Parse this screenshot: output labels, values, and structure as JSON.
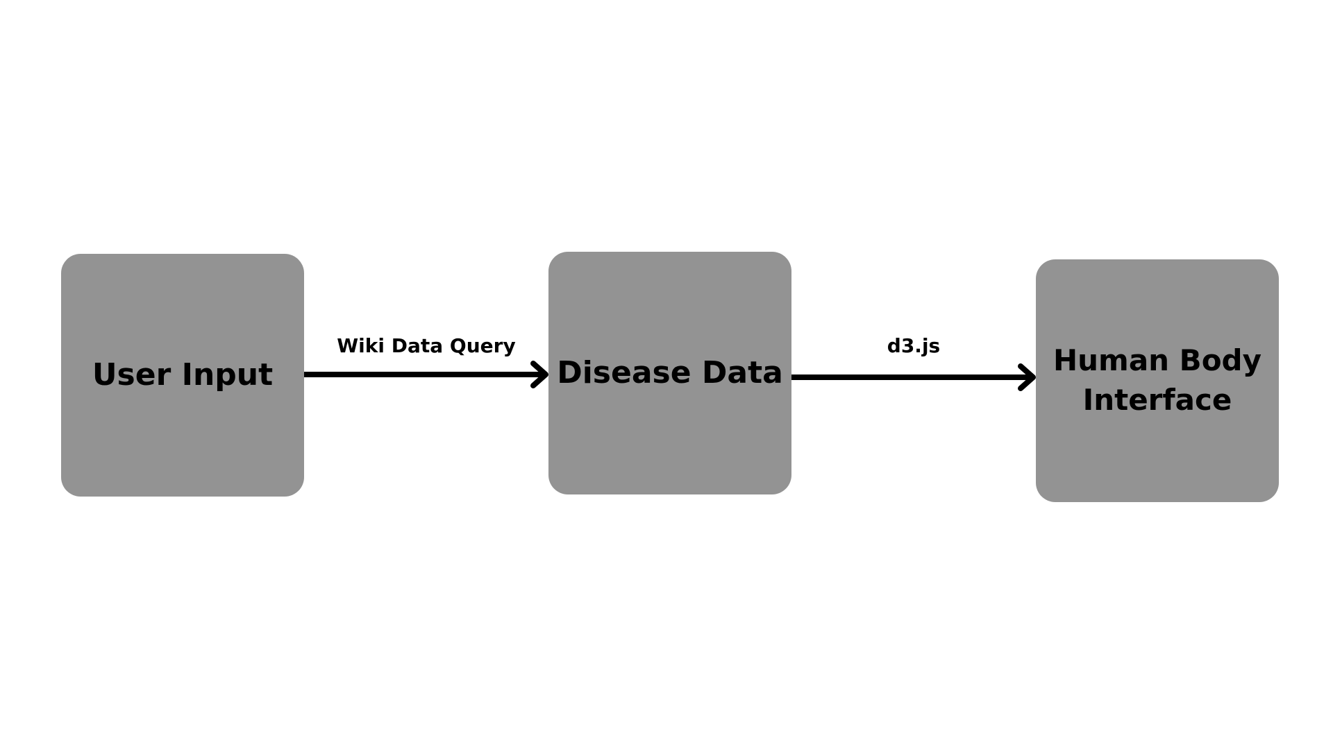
{
  "diagram": {
    "colors": {
      "node_fill": "#939393",
      "arrow": "#000000",
      "background": "#ffffff"
    },
    "nodes": [
      {
        "id": "user-input",
        "label": "User Input"
      },
      {
        "id": "disease-data",
        "label": "Disease Data"
      },
      {
        "id": "human-body-interface",
        "label": "Human Body\nInterface"
      }
    ],
    "edges": [
      {
        "from": "user-input",
        "to": "disease-data",
        "label": "Wiki Data Query"
      },
      {
        "from": "disease-data",
        "to": "human-body-interface",
        "label": "d3.js"
      }
    ]
  }
}
